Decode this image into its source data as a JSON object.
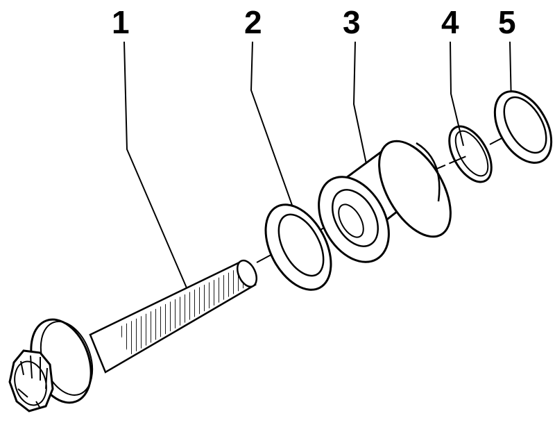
{
  "diagram": {
    "callouts": [
      {
        "number": "1",
        "part": "flange-bolt"
      },
      {
        "number": "2",
        "part": "washer"
      },
      {
        "number": "3",
        "part": "bushing-sleeve"
      },
      {
        "number": "4",
        "part": "snap-ring"
      },
      {
        "number": "5",
        "part": "washer"
      }
    ]
  },
  "colors": {
    "line": "#000000",
    "fill": "#ffffff"
  }
}
